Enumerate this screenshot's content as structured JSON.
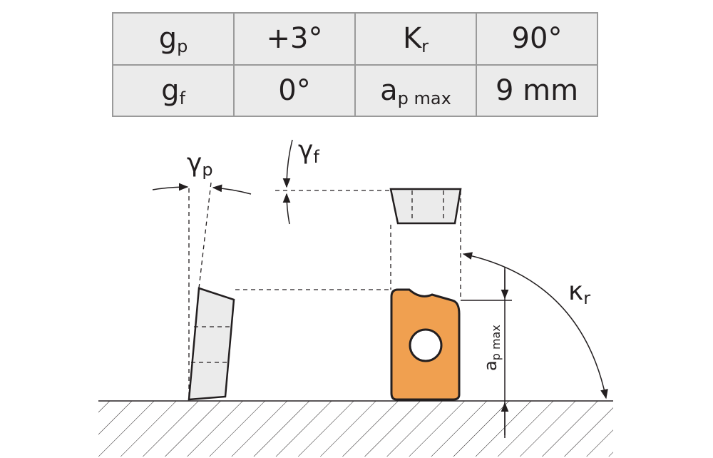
{
  "spec_table": {
    "rows": [
      [
        {
          "base": "g",
          "sub": "p"
        },
        {
          "base": "+3°",
          "sub": ""
        },
        {
          "base": "K",
          "sub": "r"
        },
        {
          "base": "90°",
          "sub": ""
        }
      ],
      [
        {
          "base": "g",
          "sub": "f"
        },
        {
          "base": "0°",
          "sub": ""
        },
        {
          "base": "a",
          "sub": "p max"
        },
        {
          "base": "9 mm",
          "sub": ""
        }
      ]
    ]
  },
  "diagram": {
    "labels": {
      "gamma_p": {
        "base": "γ",
        "sub": "p"
      },
      "gamma_f": {
        "base": "γ",
        "sub": "f"
      },
      "kappa_r": {
        "base": "κ",
        "sub": "r"
      },
      "ap_max": {
        "base": "a",
        "sub": "p max"
      }
    },
    "colors": {
      "insert_fill": "#f0a050",
      "line": "#231f20",
      "table_cell": "#ebebeb",
      "table_border": "#9a9a9a"
    }
  }
}
